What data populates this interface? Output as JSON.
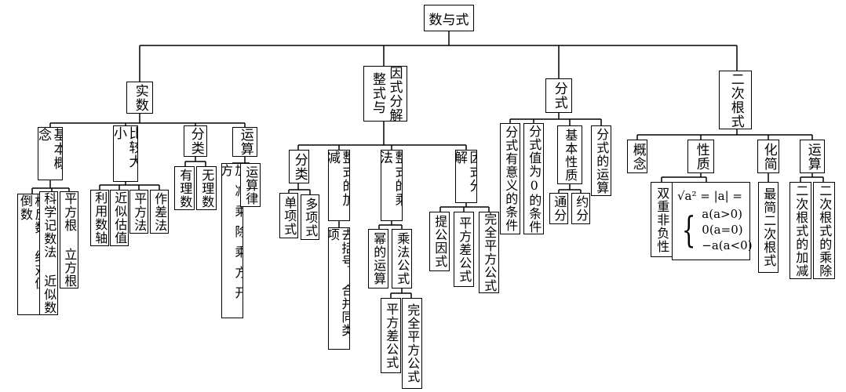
{
  "root": "数与式",
  "branches": {
    "real": "实数",
    "poly_a": "整式与",
    "poly_b": "因式分解",
    "frac": "分式",
    "sqrt": "二次根式"
  },
  "real": {
    "concepts": "基本概念",
    "compare": "比较大小",
    "classify": "分类",
    "operations": "运算",
    "leaf_concepts": [
      "相反数 绝对值 倒数",
      "科学记数法 近似数",
      "平方根 立方根"
    ],
    "leaf_compare": [
      "利用数轴",
      "近似估值",
      "平方法",
      "作差法"
    ],
    "leaf_classify": [
      "有理数",
      "无理数"
    ],
    "leaf_ops": [
      "加减乘除乘方开方",
      "运算律"
    ]
  },
  "poly": {
    "classify": "分类",
    "add": "整式的加减",
    "mul": "整式的乘法",
    "factor": "因式分解",
    "leaf_classify": [
      "单项式",
      "多项式"
    ],
    "leaf_add": "去括号 合并同类项",
    "leaf_mul": [
      "幂的运算",
      "乘法公式"
    ],
    "leaf_formula": [
      "平方差公式",
      "完全平方公式"
    ],
    "leaf_factor": [
      "提公因式",
      "平方差公式",
      "完全平方公式"
    ]
  },
  "frac": {
    "items": [
      "分式有意义的条件",
      "分式值为0的条件",
      "基本性质",
      "分式的运算"
    ],
    "leaf_prop": [
      "通分",
      "约分"
    ]
  },
  "sqrt": {
    "concept": "概念",
    "property": "性质",
    "simplify": "化简",
    "operations": "运算",
    "leaf_property": "双重非负性",
    "formula_head": "√a² = |a| =",
    "cases": [
      "a(a>0)",
      "0(a=0)",
      "−a(a<0)"
    ],
    "leaf_simplify": "最简二次根式",
    "leaf_ops": [
      "二次根式的加减",
      "二次根式的乘除"
    ]
  }
}
